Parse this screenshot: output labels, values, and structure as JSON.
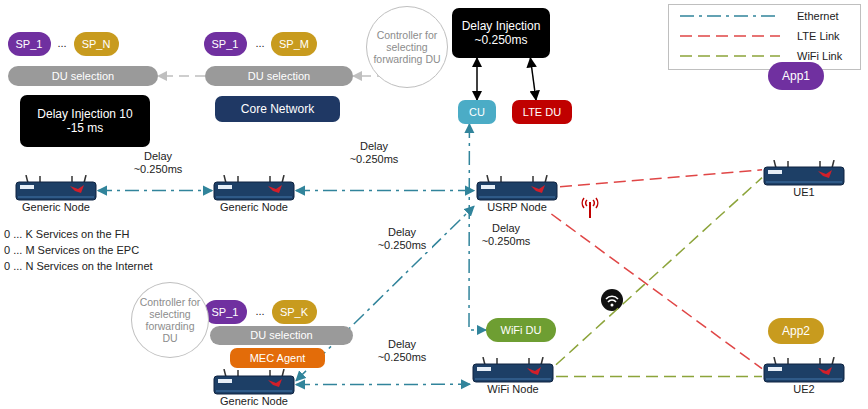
{
  "diagram": {
    "nodes": [
      {
        "text": [
          "SP_1"
        ]
      },
      {
        "text": [
          "SP_N"
        ]
      },
      {
        "text": [
          "DU selection"
        ]
      },
      {
        "text": [
          "Delay Injection 10 -15 ms"
        ]
      },
      {
        "text": [
          "Generic Node"
        ]
      },
      {
        "text": [
          "SP_1"
        ]
      },
      {
        "text": [
          "SP_M"
        ]
      },
      {
        "text": [
          "DU selection"
        ]
      },
      {
        "text": [
          "Core Network"
        ]
      },
      {
        "text": [
          "Generic Node"
        ]
      },
      {
        "text": [
          "Controller for selecting forwarding DU"
        ]
      },
      {
        "text": [
          "Delay Injection ~0.250ms"
        ]
      },
      {
        "text": [
          "CU"
        ]
      },
      {
        "text": [
          "LTE DU"
        ]
      },
      {
        "text": [
          "USRP Node"
        ]
      },
      {
        "text": [
          "App1"
        ]
      },
      {
        "text": [
          "UE1"
        ]
      },
      {
        "text": [
          "SP_1"
        ]
      },
      {
        "text": [
          "SP_K"
        ]
      },
      {
        "text": [
          "Controller for selecting forwarding DU"
        ]
      },
      {
        "text": [
          "DU selection"
        ]
      },
      {
        "text": [
          "MEC Agent"
        ]
      },
      {
        "text": [
          "Generic Node"
        ]
      },
      {
        "text": [
          "WiFi DU"
        ]
      },
      {
        "text": [
          "WiFi Node"
        ]
      },
      {
        "text": [
          "App2"
        ]
      },
      {
        "text": [
          "UE2"
        ]
      }
    ],
    "edges": [
      {
        "from": 4,
        "to": 9,
        "arrow": "both",
        "label": "Delay ~0.250ms"
      },
      {
        "from": 9,
        "to": 14,
        "arrow": "both",
        "label": "Delay ~0.250ms"
      },
      {
        "from": 22,
        "to": 14,
        "arrow": "both",
        "label": "Delay ~0.250ms"
      },
      {
        "from": 22,
        "to": 24,
        "arrow": "both",
        "label": "Delay ~0.250ms"
      },
      {
        "from": 12,
        "to": 23,
        "arrow": "both",
        "label": "Delay ~0.250ms"
      },
      {
        "from": 11,
        "to": 12,
        "arrow": "both"
      },
      {
        "from": 11,
        "to": 13,
        "arrow": "both"
      },
      {
        "from": 14,
        "to": 16,
        "arrow": "none"
      },
      {
        "from": 14,
        "to": 26,
        "arrow": "none"
      },
      {
        "from": 24,
        "to": 16,
        "arrow": "none"
      },
      {
        "from": 24,
        "to": 26,
        "arrow": "none"
      },
      {
        "from": 7,
        "to": 2,
        "arrow": "to"
      },
      {
        "from": 10,
        "to": 7,
        "arrow": "to"
      }
    ],
    "labels": [
      "...",
      "...",
      "...",
      "0 ... K Services on the FH",
      "0 ... M Services on the EPC",
      "0 ... N Services on the Internet"
    ],
    "legend": [
      {
        "text": "Ethernet"
      },
      {
        "text": "LTE Link"
      },
      {
        "text": "WiFi Link"
      }
    ]
  }
}
